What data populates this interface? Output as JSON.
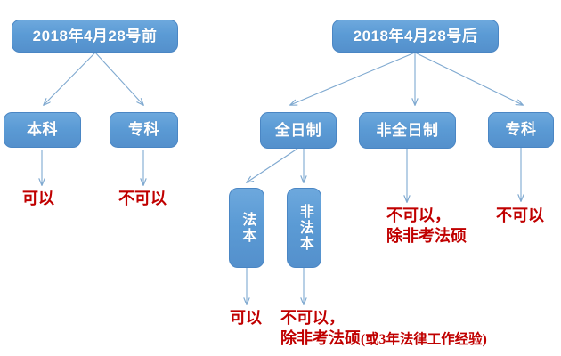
{
  "diagram": {
    "title_hidden": "",
    "colors": {
      "node_fill": "#5b9bd5",
      "node_border": "#4a86c4",
      "node_text": "#ffffff",
      "edge": "#7fa9d0",
      "annotation_text": "#c00000",
      "background": "#ffffff"
    },
    "branches": {
      "left": {
        "root": {
          "label": "2018年4月28号前"
        },
        "children": [
          {
            "label": "本科",
            "outcome": "可以"
          },
          {
            "label": "专科",
            "outcome": "不可以"
          }
        ]
      },
      "right": {
        "root": {
          "label": "2018年4月28号后"
        },
        "children": [
          {
            "label": "全日制",
            "outcome": "",
            "children": [
              {
                "label": "法本",
                "outcome_line1": "可以",
                "outcome_line2": ""
              },
              {
                "label": "非法本",
                "outcome_line1": "不可以，",
                "outcome_line2": "除非考法硕",
                "outcome_line2_suffix": "(或3年法律工作经验)"
              }
            ]
          },
          {
            "label": "非全日制",
            "outcome_line1": "不可以，",
            "outcome_line2": "除非考法硕"
          },
          {
            "label": "专科",
            "outcome": "不可以"
          }
        ]
      }
    }
  }
}
